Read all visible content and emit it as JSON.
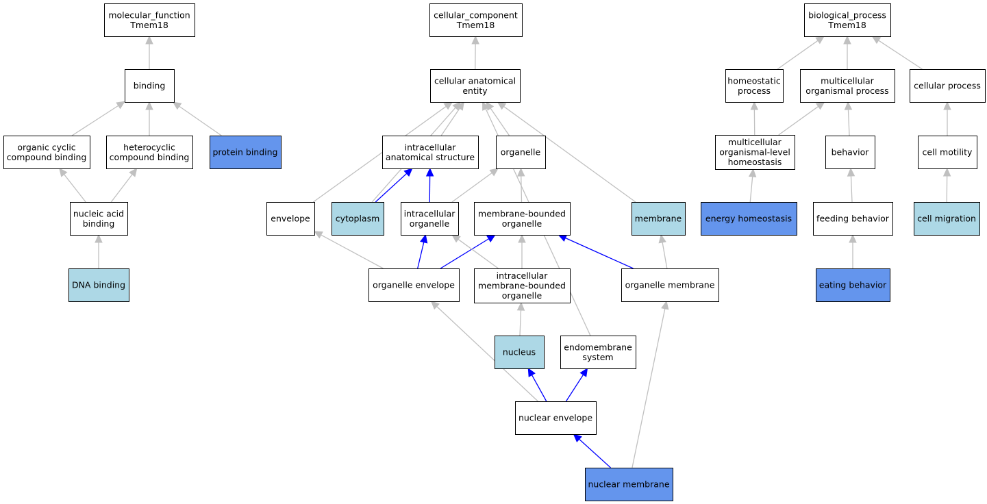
{
  "colors": {
    "default": "#ffffff",
    "light": "#add8e6",
    "dark": "#6495ed",
    "edge_gray": "#c0c0c0",
    "edge_blue": "#0000ff"
  },
  "nodes": [
    {
      "id": "mf",
      "lines": [
        "molecular_function",
        "Tmem18"
      ],
      "fill": "default"
    },
    {
      "id": "binding",
      "lines": [
        "binding"
      ],
      "fill": "default"
    },
    {
      "id": "ocb",
      "lines": [
        "organic cyclic",
        "compound binding"
      ],
      "fill": "default"
    },
    {
      "id": "hcb",
      "lines": [
        "heterocyclic",
        "compound binding"
      ],
      "fill": "default"
    },
    {
      "id": "pb",
      "lines": [
        "protein binding"
      ],
      "fill": "dark"
    },
    {
      "id": "nab",
      "lines": [
        "nucleic acid",
        "binding"
      ],
      "fill": "default"
    },
    {
      "id": "dna",
      "lines": [
        "DNA binding"
      ],
      "fill": "light"
    },
    {
      "id": "cc",
      "lines": [
        "cellular_component",
        "Tmem18"
      ],
      "fill": "default"
    },
    {
      "id": "cae",
      "lines": [
        "cellular anatomical",
        "entity"
      ],
      "fill": "default"
    },
    {
      "id": "ias",
      "lines": [
        "intracellular",
        "anatomical structure"
      ],
      "fill": "default"
    },
    {
      "id": "org",
      "lines": [
        "organelle"
      ],
      "fill": "default"
    },
    {
      "id": "env",
      "lines": [
        "envelope"
      ],
      "fill": "default"
    },
    {
      "id": "cyto",
      "lines": [
        "cytoplasm"
      ],
      "fill": "light"
    },
    {
      "id": "io",
      "lines": [
        "intracellular",
        "organelle"
      ],
      "fill": "default"
    },
    {
      "id": "mbo",
      "lines": [
        "membrane-bounded",
        "organelle"
      ],
      "fill": "default"
    },
    {
      "id": "mem",
      "lines": [
        "membrane"
      ],
      "fill": "light"
    },
    {
      "id": "oe",
      "lines": [
        "organelle envelope"
      ],
      "fill": "default"
    },
    {
      "id": "imbo",
      "lines": [
        "intracellular",
        "membrane-bounded",
        "organelle"
      ],
      "fill": "default"
    },
    {
      "id": "om",
      "lines": [
        "organelle membrane"
      ],
      "fill": "default"
    },
    {
      "id": "nuc",
      "lines": [
        "nucleus"
      ],
      "fill": "light"
    },
    {
      "id": "ems",
      "lines": [
        "endomembrane",
        "system"
      ],
      "fill": "default"
    },
    {
      "id": "ne",
      "lines": [
        "nuclear envelope"
      ],
      "fill": "default"
    },
    {
      "id": "nm",
      "lines": [
        "nuclear membrane"
      ],
      "fill": "dark"
    },
    {
      "id": "bp",
      "lines": [
        "biological_process",
        "Tmem18"
      ],
      "fill": "default"
    },
    {
      "id": "hp",
      "lines": [
        "homeostatic",
        "process"
      ],
      "fill": "default"
    },
    {
      "id": "mop",
      "lines": [
        "multicellular",
        "organismal process"
      ],
      "fill": "default"
    },
    {
      "id": "cp",
      "lines": [
        "cellular process"
      ],
      "fill": "default"
    },
    {
      "id": "molh",
      "lines": [
        "multicellular",
        "organismal-level",
        "homeostasis"
      ],
      "fill": "default"
    },
    {
      "id": "beh",
      "lines": [
        "behavior"
      ],
      "fill": "default"
    },
    {
      "id": "cm",
      "lines": [
        "cell motility"
      ],
      "fill": "default"
    },
    {
      "id": "eh",
      "lines": [
        "energy homeostasis"
      ],
      "fill": "dark"
    },
    {
      "id": "fb",
      "lines": [
        "feeding behavior"
      ],
      "fill": "default"
    },
    {
      "id": "cmig",
      "lines": [
        "cell migration"
      ],
      "fill": "light"
    },
    {
      "id": "eb",
      "lines": [
        "eating behavior"
      ],
      "fill": "dark"
    }
  ],
  "edges": [
    {
      "from": "binding",
      "to": "mf",
      "color": "edge_gray"
    },
    {
      "from": "ocb",
      "to": "binding",
      "color": "edge_gray"
    },
    {
      "from": "hcb",
      "to": "binding",
      "color": "edge_gray"
    },
    {
      "from": "pb",
      "to": "binding",
      "color": "edge_gray"
    },
    {
      "from": "nab",
      "to": "ocb",
      "color": "edge_gray"
    },
    {
      "from": "nab",
      "to": "hcb",
      "color": "edge_gray"
    },
    {
      "from": "dna",
      "to": "nab",
      "color": "edge_gray"
    },
    {
      "from": "cae",
      "to": "cc",
      "color": "edge_gray"
    },
    {
      "from": "env",
      "to": "cae",
      "color": "edge_gray"
    },
    {
      "from": "cyto",
      "to": "cae",
      "color": "edge_gray"
    },
    {
      "from": "ias",
      "to": "cae",
      "color": "edge_gray"
    },
    {
      "from": "org",
      "to": "cae",
      "color": "edge_gray"
    },
    {
      "from": "ems",
      "to": "cae",
      "color": "edge_gray"
    },
    {
      "from": "mem",
      "to": "cae",
      "color": "edge_gray"
    },
    {
      "from": "cyto",
      "to": "ias",
      "color": "edge_blue"
    },
    {
      "from": "io",
      "to": "ias",
      "color": "edge_blue"
    },
    {
      "from": "io",
      "to": "org",
      "color": "edge_gray"
    },
    {
      "from": "mbo",
      "to": "org",
      "color": "edge_gray"
    },
    {
      "from": "oe",
      "to": "env",
      "color": "edge_gray"
    },
    {
      "from": "oe",
      "to": "io",
      "color": "edge_blue"
    },
    {
      "from": "oe",
      "to": "mbo",
      "color": "edge_blue"
    },
    {
      "from": "imbo",
      "to": "io",
      "color": "edge_gray"
    },
    {
      "from": "imbo",
      "to": "mbo",
      "color": "edge_gray"
    },
    {
      "from": "om",
      "to": "mbo",
      "color": "edge_blue"
    },
    {
      "from": "om",
      "to": "mem",
      "color": "edge_gray"
    },
    {
      "from": "nuc",
      "to": "imbo",
      "color": "edge_gray"
    },
    {
      "from": "ne",
      "to": "oe",
      "color": "edge_gray"
    },
    {
      "from": "ne",
      "to": "nuc",
      "color": "edge_blue"
    },
    {
      "from": "ne",
      "to": "ems",
      "color": "edge_blue"
    },
    {
      "from": "nm",
      "to": "ne",
      "color": "edge_blue"
    },
    {
      "from": "nm",
      "to": "om",
      "color": "edge_gray"
    },
    {
      "from": "hp",
      "to": "bp",
      "color": "edge_gray"
    },
    {
      "from": "mop",
      "to": "bp",
      "color": "edge_gray"
    },
    {
      "from": "cp",
      "to": "bp",
      "color": "edge_gray"
    },
    {
      "from": "molh",
      "to": "hp",
      "color": "edge_gray"
    },
    {
      "from": "molh",
      "to": "mop",
      "color": "edge_gray"
    },
    {
      "from": "beh",
      "to": "mop",
      "color": "edge_gray"
    },
    {
      "from": "cm",
      "to": "cp",
      "color": "edge_gray"
    },
    {
      "from": "eh",
      "to": "molh",
      "color": "edge_gray"
    },
    {
      "from": "fb",
      "to": "beh",
      "color": "edge_gray"
    },
    {
      "from": "cmig",
      "to": "cm",
      "color": "edge_gray"
    },
    {
      "from": "eb",
      "to": "fb",
      "color": "edge_gray"
    }
  ]
}
